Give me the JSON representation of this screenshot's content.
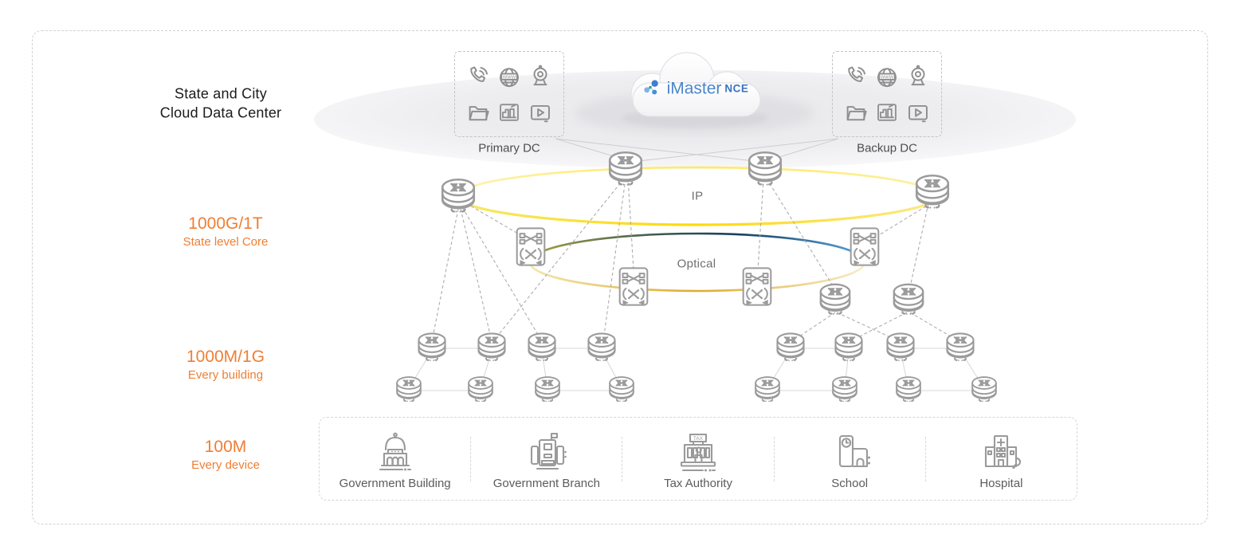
{
  "title": {
    "line1": "State and City",
    "line2": "Cloud Data Center"
  },
  "cloud": {
    "product": "iMaster",
    "suffix": "NCE"
  },
  "data_centers": {
    "primary": {
      "label": "Primary DC"
    },
    "backup": {
      "label": "Backup DC"
    },
    "icons": [
      "phone-icon",
      "www-globe-icon",
      "webcam-icon",
      "folder-icon",
      "city-image-icon",
      "video-player-icon"
    ],
    "globe_text": "WWW"
  },
  "rings": {
    "ip_label": "IP",
    "optical_label": "Optical"
  },
  "tiers": {
    "core": {
      "speed": "1000G/1T",
      "scope": "State level Core"
    },
    "building": {
      "speed": "1000M/1G",
      "scope": "Every building"
    },
    "device": {
      "speed": "100M",
      "scope": "Every device"
    }
  },
  "buildings": {
    "items": [
      {
        "label": "Government Building"
      },
      {
        "label": "Government Branch"
      },
      {
        "label": "Tax Authority",
        "sign_text": "TAX"
      },
      {
        "label": "School"
      },
      {
        "label": "Hospital"
      }
    ]
  },
  "colors": {
    "accent_orange": "#ef7e33",
    "ip_ring_yellow": "#ffd90a",
    "optical_blue": "#57a3de",
    "optical_navy": "#16405f",
    "optical_olive": "#a8a349",
    "optical_gold": "#dfaa2e",
    "logo_blue": "#4a86c9",
    "icon_gray": "#9b9b9b"
  }
}
